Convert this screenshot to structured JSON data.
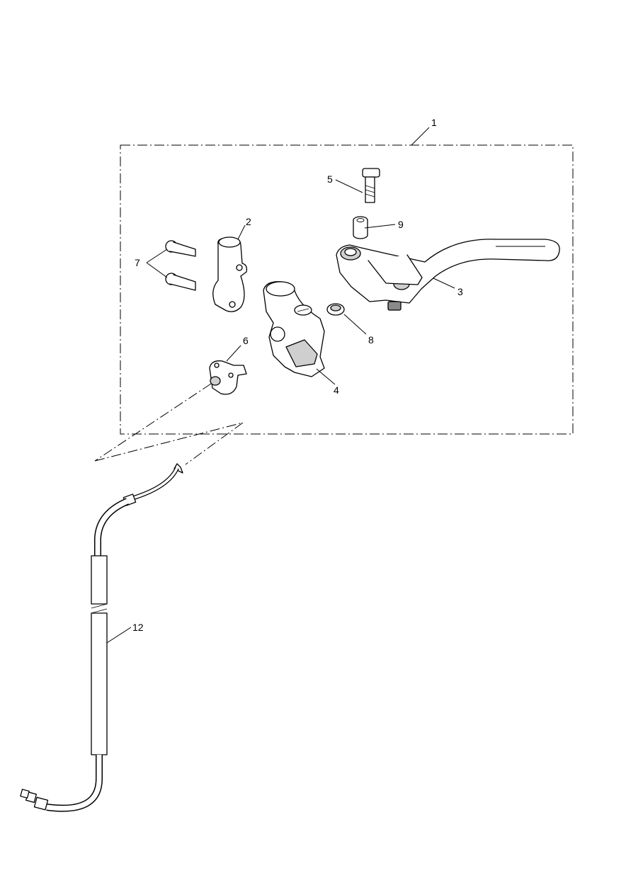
{
  "diagram": {
    "callouts": {
      "c1": "1",
      "c2": "2",
      "c3": "3",
      "c4": "4",
      "c5": "5",
      "c6": "6",
      "c7": "7",
      "c8": "8",
      "c9": "9",
      "c12": "12"
    }
  }
}
